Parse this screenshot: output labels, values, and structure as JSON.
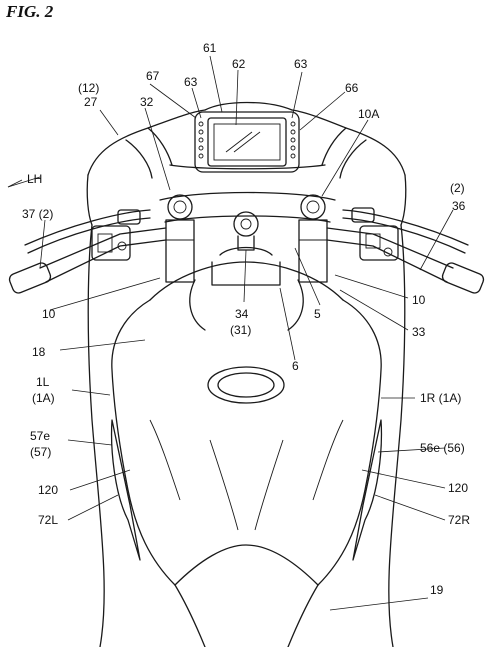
{
  "figure_title": "FIG. 2",
  "direction_label": "LH",
  "labels": [
    {
      "id": "61",
      "text": "61"
    },
    {
      "id": "62",
      "text": "62"
    },
    {
      "id": "63a",
      "text": "63"
    },
    {
      "id": "63b",
      "text": "63"
    },
    {
      "id": "67",
      "text": "67"
    },
    {
      "id": "12",
      "text": "(12)"
    },
    {
      "id": "27",
      "text": "27"
    },
    {
      "id": "32",
      "text": "32"
    },
    {
      "id": "66",
      "text": "66"
    },
    {
      "id": "10A",
      "text": "10A"
    },
    {
      "id": "2L",
      "text": "(2)"
    },
    {
      "id": "36",
      "text": "36"
    },
    {
      "id": "37",
      "text": "37 (2)"
    },
    {
      "id": "10L",
      "text": "10"
    },
    {
      "id": "34",
      "text": "34"
    },
    {
      "id": "31",
      "text": "(31)"
    },
    {
      "id": "5",
      "text": "5"
    },
    {
      "id": "10R",
      "text": "10"
    },
    {
      "id": "33",
      "text": "33"
    },
    {
      "id": "6",
      "text": "6"
    },
    {
      "id": "18",
      "text": "18"
    },
    {
      "id": "1L",
      "text": "1L"
    },
    {
      "id": "1A",
      "text": "(1A)"
    },
    {
      "id": "1R",
      "text": "1R (1A)"
    },
    {
      "id": "57e",
      "text": "57e"
    },
    {
      "id": "57",
      "text": "(57)"
    },
    {
      "id": "56e",
      "text": "56e (56)"
    },
    {
      "id": "120L",
      "text": "120"
    },
    {
      "id": "120R",
      "text": "120"
    },
    {
      "id": "72L",
      "text": "72L"
    },
    {
      "id": "72R",
      "text": "72R"
    },
    {
      "id": "19",
      "text": "19"
    }
  ]
}
